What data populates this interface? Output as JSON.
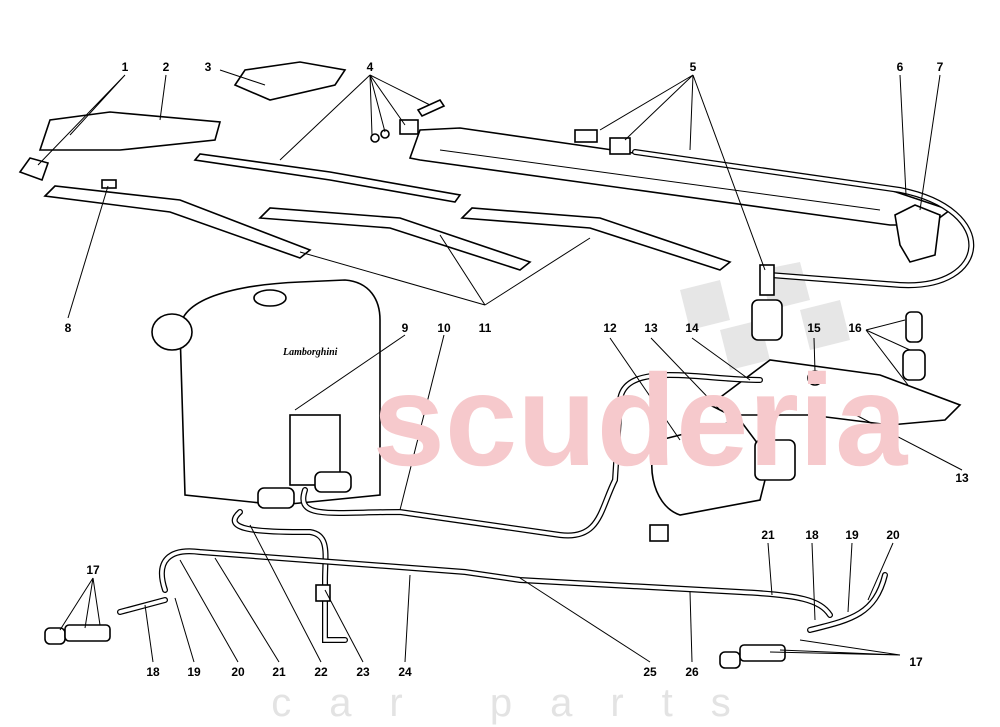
{
  "watermark": {
    "brand": "scuderia",
    "tagline": "car parts",
    "brand_color": "#f6c9cc",
    "tagline_color": "#e3e3e3"
  },
  "tank_logo": "Lamborghini",
  "callouts": [
    "1",
    "2",
    "3",
    "4",
    "5",
    "6",
    "7",
    "8",
    "9",
    "10",
    "11",
    "12",
    "13",
    "14",
    "15",
    "16",
    "13",
    "17",
    "18",
    "19",
    "20",
    "21",
    "22",
    "23",
    "24",
    "25",
    "26",
    "21",
    "18",
    "19",
    "20",
    "17"
  ]
}
